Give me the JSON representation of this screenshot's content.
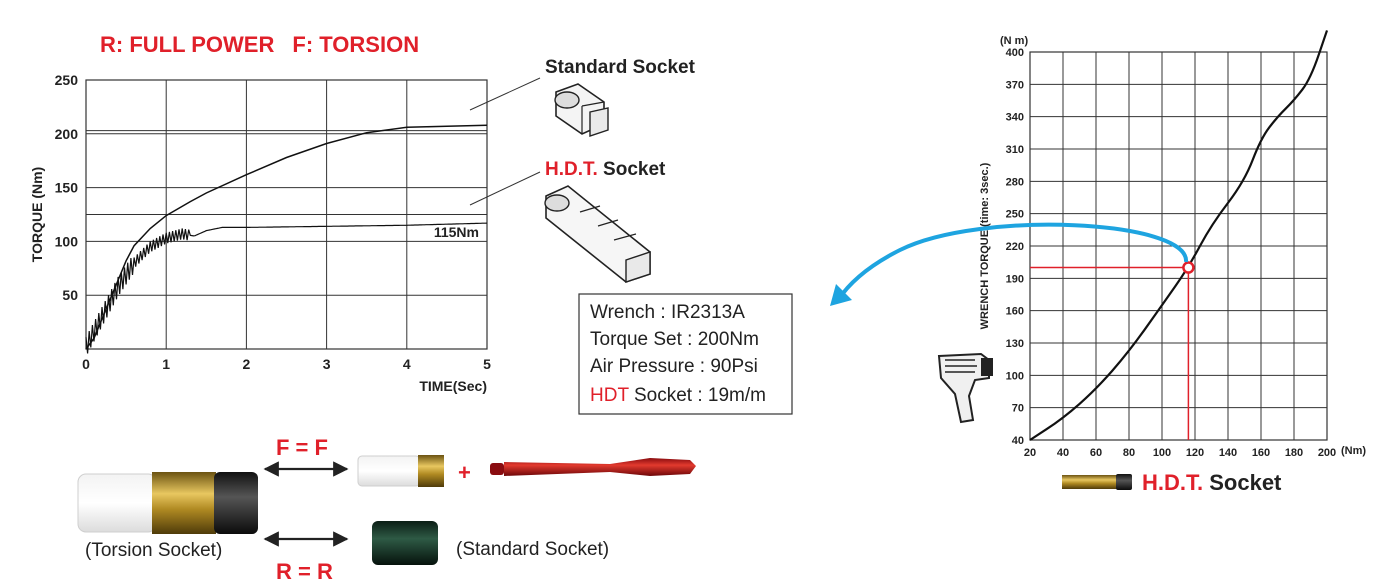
{
  "header": {
    "title_r_key": "R",
    "title_r_text": ": FULL  POWER",
    "title_f_key": "F",
    "title_f_text": ": TORSION",
    "color_red": "#e0202a"
  },
  "callouts": {
    "standard_socket": "Standard Socket",
    "hdt_prefix": "H.D.T.",
    "hdt_suffix": " Socket",
    "value_115": "115Nm"
  },
  "info_box": {
    "line1": "Wrench : IR2313A",
    "line2": "Torque Set : 200Nm",
    "line3": "Air Pressure : 90Psi",
    "line4_prefix": "HDT",
    "line4_suffix": " Socket : 19m/m"
  },
  "bottom": {
    "f_eq": "F = F",
    "r_eq": "R = R",
    "plus": "+",
    "torsion_label": "(Torsion Socket)",
    "standard_label": "(Standard Socket)"
  },
  "right": {
    "hdt_prefix": "H.D.T.",
    "hdt_suffix": " Socket"
  },
  "chart_data": [
    {
      "type": "line",
      "title": "",
      "xlabel": "TIME(Sec)",
      "ylabel": "TORQUE (Nm)",
      "xlim": [
        0,
        5
      ],
      "ylim": [
        0,
        250
      ],
      "x_ticks": [
        0,
        1,
        2,
        3,
        4,
        5
      ],
      "y_ticks": [
        50,
        100,
        150,
        200,
        250
      ],
      "grid": true,
      "reference_lines": [
        125,
        203
      ],
      "series": [
        {
          "values": [
            [
              0,
              0
            ],
            [
              0.1,
              10
            ],
            [
              0.2,
              28
            ],
            [
              0.3,
              46
            ],
            [
              0.4,
              64
            ],
            [
              0.5,
              82
            ],
            [
              0.6,
              96
            ],
            [
              0.8,
              112
            ],
            [
              1.0,
              124
            ],
            [
              1.3,
              137
            ],
            [
              1.5,
              145
            ],
            [
              2.0,
              162
            ],
            [
              2.5,
              178
            ],
            [
              3.0,
              191
            ],
            [
              3.5,
              201
            ],
            [
              4.0,
              206
            ],
            [
              4.5,
              207
            ],
            [
              5.0,
              208
            ]
          ]
        },
        {
          "values": [
            [
              0,
              2
            ],
            [
              0.2,
              30
            ],
            [
              0.4,
              58
            ],
            [
              0.6,
              80
            ],
            [
              0.8,
              95
            ],
            [
              1.0,
              103
            ],
            [
              1.2,
              107
            ],
            [
              1.35,
              105
            ],
            [
              1.5,
              110
            ],
            [
              1.7,
              113
            ],
            [
              2.0,
              113
            ],
            [
              3.0,
              114
            ],
            [
              4.0,
              115
            ],
            [
              5.0,
              117
            ]
          ]
        }
      ],
      "annotations": [
        "115Nm"
      ]
    },
    {
      "type": "line",
      "title": "",
      "xlabel": "",
      "ylabel": "WRENCH TORQUE (time: 3sec.)",
      "y_unit": "(N m)",
      "x_unit": "(Nm)",
      "xlim": [
        20,
        200
      ],
      "ylim": [
        40,
        400
      ],
      "x_ticks": [
        20,
        40,
        60,
        80,
        100,
        120,
        140,
        160,
        180,
        200
      ],
      "y_ticks": [
        40,
        70,
        100,
        130,
        160,
        190,
        220,
        250,
        280,
        310,
        340,
        370,
        400
      ],
      "grid": true,
      "series": [
        {
          "values": [
            [
              20,
              40
            ],
            [
              40,
              60
            ],
            [
              60,
              87
            ],
            [
              80,
              122
            ],
            [
              100,
              165
            ],
            [
              116,
              200
            ],
            [
              130,
              240
            ],
            [
              150,
              280
            ],
            [
              160,
              320
            ],
            [
              170,
              340
            ],
            [
              180,
              355
            ],
            [
              190,
              375
            ],
            [
              200,
              420
            ]
          ]
        }
      ],
      "marker": {
        "x": 116,
        "y": 200
      }
    }
  ]
}
